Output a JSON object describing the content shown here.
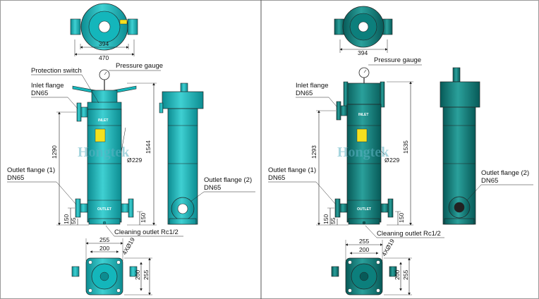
{
  "colors": {
    "left_body": "#14b6bb",
    "left_body_dark": "#0c8c91",
    "left_body_light": "#3fd0d2",
    "right_body": "#0c7f7c",
    "right_body_dark": "#075a58",
    "right_body_light": "#2aa09b",
    "warning_label": "#f4e11f",
    "line": "#222222",
    "divider": "#555555"
  },
  "left_panel": {
    "top_view": {
      "dim_inner": "394",
      "dim_outer": "470"
    },
    "labels": {
      "protection_switch": "Protection switch",
      "pressure_gauge": "Pressure gauge",
      "inlet_flange": "Inlet flange",
      "inlet_size": "DN65",
      "outlet_flange_1": "Outlet flange (1)",
      "outlet_size_1": "DN65",
      "outlet_flange_2": "Outlet flange (2)",
      "outlet_size_2": "DN65",
      "cleaning_outlet": "Cleaning outlet Rc1/2"
    },
    "dimensions": {
      "total_height": "1544",
      "inlet_height": "1290",
      "diameter": "229",
      "outlet_height_a": "150",
      "outlet_height_b": "55",
      "side_outlet_height": "150"
    },
    "plan_view": {
      "dim_outer": "255",
      "dim_inner": "200",
      "bolts": "4X",
      "bolt_dia": "19",
      "side_inner": "200",
      "side_outer": "255"
    },
    "body_marks": {
      "inlet": "INLET",
      "outlet": "OUTLET"
    }
  },
  "right_panel": {
    "top_view": {
      "dim_inner": "394"
    },
    "labels": {
      "pressure_gauge": "Pressure gauge",
      "inlet_flange": "Inlet flange",
      "inlet_size": "DN65",
      "outlet_flange_1": "Outlet flange (1)",
      "outlet_size_1": "DN65",
      "outlet_flange_2": "Outlet flange (2)",
      "outlet_size_2": "DN65",
      "cleaning_outlet": "Cleaning outlet Rc1/2"
    },
    "dimensions": {
      "total_height": "1535",
      "inlet_height": "1293",
      "diameter": "229",
      "outlet_height_a": "150",
      "outlet_height_b": "55",
      "side_outlet_height": "150"
    },
    "plan_view": {
      "dim_outer": "255",
      "dim_inner": "200",
      "bolts": "4X",
      "bolt_dia": "19",
      "side_inner": "200",
      "side_outer": "255"
    },
    "body_marks": {
      "inlet": "INLET",
      "outlet": "OUTLET"
    }
  },
  "watermark": "Hongtek"
}
